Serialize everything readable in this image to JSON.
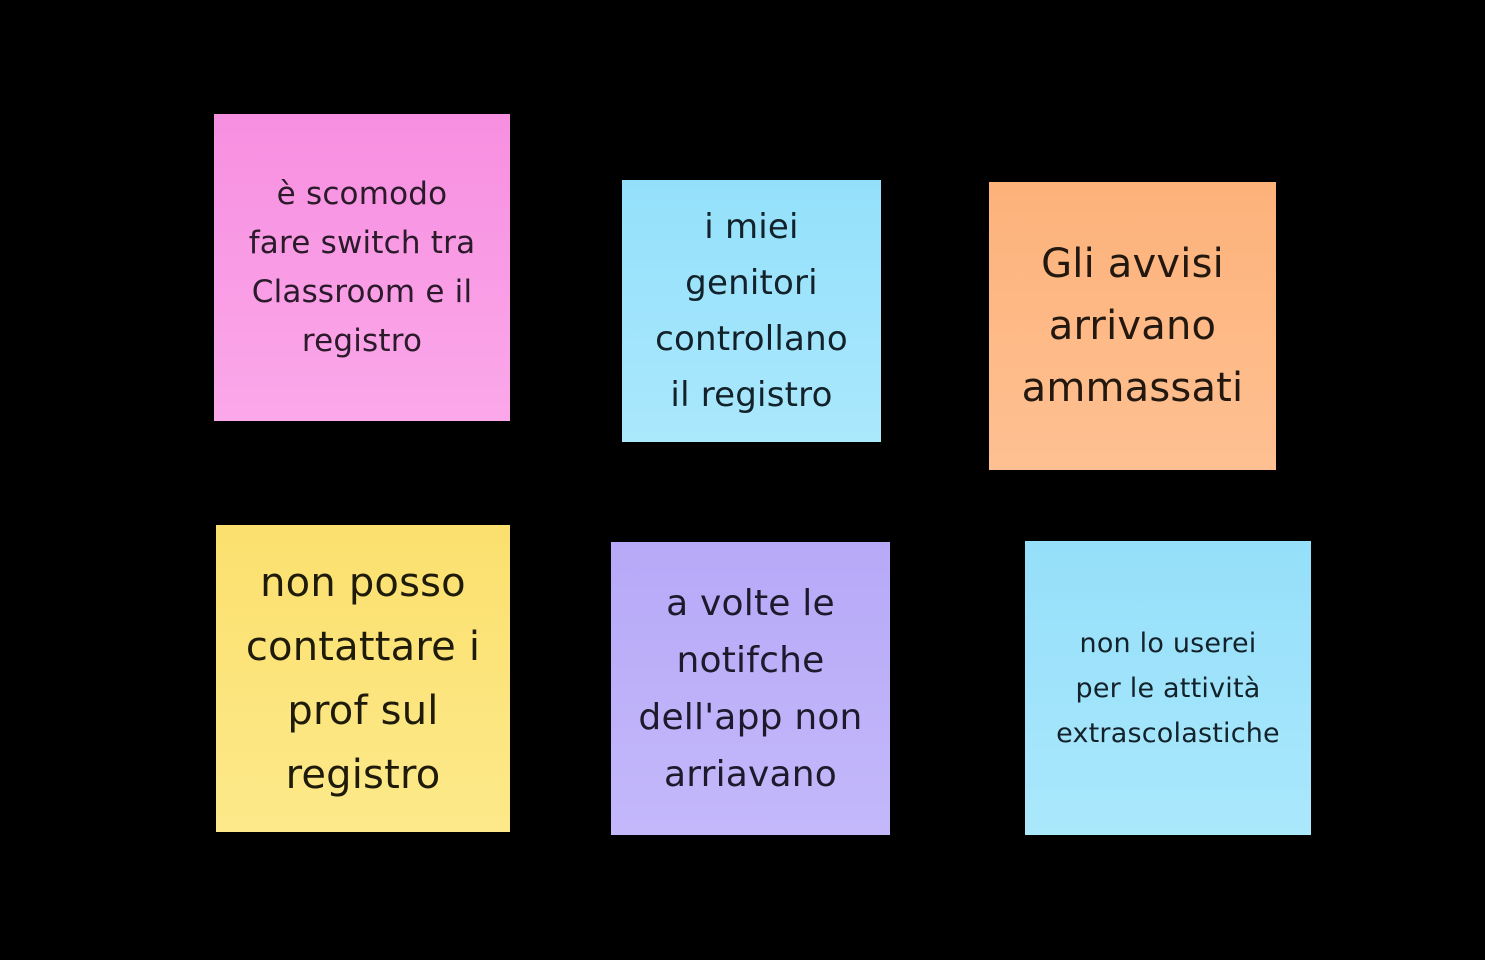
{
  "board": {
    "background": "#000000",
    "notes": [
      {
        "id": "note-1",
        "text": "è scomodo\nfare switch tra\nClassroom e il\nregistro",
        "color": "#f99de5"
      },
      {
        "id": "note-2",
        "text": "i miei\ngenitori\ncontrollano\nil registro",
        "color": "#9fe4fb"
      },
      {
        "id": "note-3",
        "text": "Gli avvisi\narrivano\nammassati",
        "color": "#feb986"
      },
      {
        "id": "note-4",
        "text": "non posso\ncontattare i\nprof sul\nregistro",
        "color": "#fce47c"
      },
      {
        "id": "note-5",
        "text": "a volte le\nnotifche\ndell'app non\narriavano",
        "color": "#bdaff9"
      },
      {
        "id": "note-6",
        "text": "non lo userei\nper le attività\nextrascolastiche",
        "color": "#a0e3fb"
      }
    ]
  }
}
